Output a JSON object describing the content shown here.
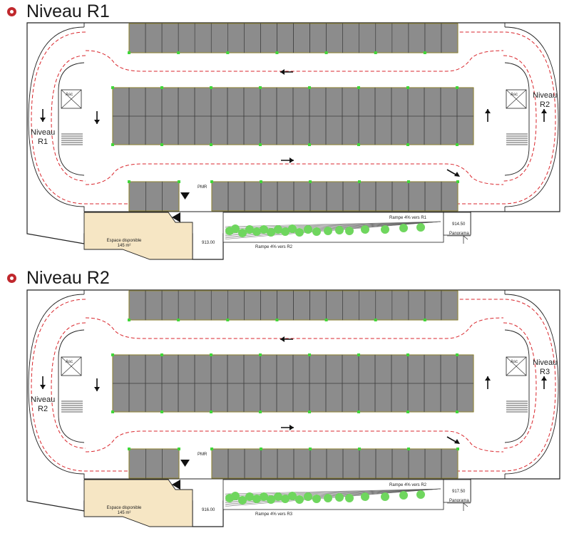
{
  "levels": [
    {
      "title": "Niveau R1",
      "left_level_label": [
        "Niveau",
        "R1"
      ],
      "right_level_label": [
        "Niveau",
        "R2"
      ],
      "elevator_label": "Asc",
      "pmr_label": "PMR",
      "space_label": [
        "Espace disponible",
        "145 m²"
      ],
      "elevation_left": "913.00",
      "elevation_right": "914.50",
      "ramp_up_label": "Rampe 4% vers R1",
      "ramp_down_label": "Rampe 4% vers R2",
      "panorama_label": "Panorama"
    },
    {
      "title": "Niveau R2",
      "left_level_label": [
        "Niveau",
        "R2"
      ],
      "right_level_label": [
        "Niveau",
        "R3"
      ],
      "elevator_label": "Asc",
      "pmr_label": "PMR",
      "space_label": [
        "Espace disponible",
        "145 m²"
      ],
      "elevation_left": "916.00",
      "elevation_right": "917.50",
      "ramp_up_label": "Rampe 4% vers R2",
      "ramp_down_label": "Rampe 4% vers R3",
      "panorama_label": "Panorama"
    }
  ],
  "colors": {
    "bullet": "#c0282d",
    "parking_fill": "#8c8c8c",
    "parking_border": "#e8d84a",
    "circulation_line": "#d9262c",
    "space_fill": "#f6e6c4",
    "vegetation": "#6fd65e"
  }
}
